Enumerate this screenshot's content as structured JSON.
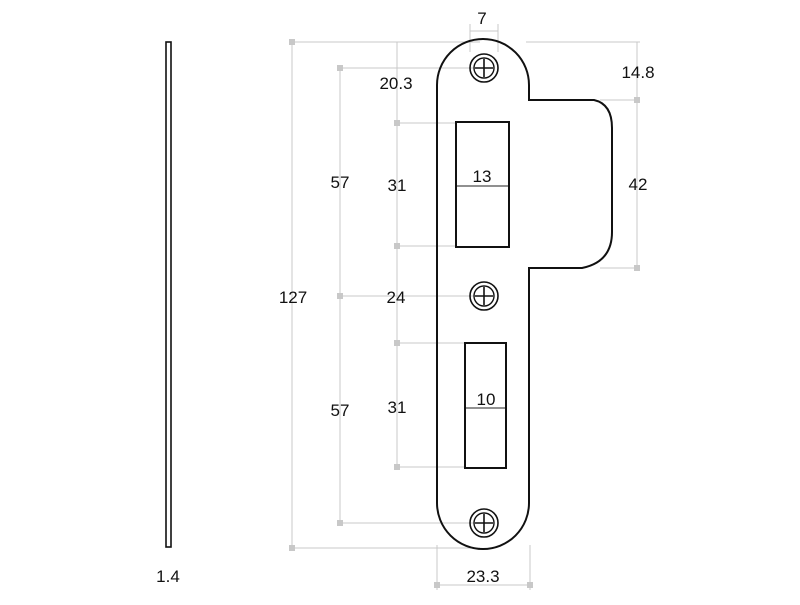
{
  "dimensions": {
    "thickness": "1.4",
    "total_height": "127",
    "upper_hole_spacing": "57",
    "lower_hole_spacing": "57",
    "top_hole_offset": "20.3",
    "upper_opening_height": "31",
    "lower_opening_height": "31",
    "middle_gap": "24",
    "hole_diameter": "7",
    "upper_opening_width": "13",
    "lower_opening_width": "10",
    "lip_offset": "14.8",
    "lip_height": "42",
    "plate_width": "23.3"
  },
  "colors": {
    "outline": "#111111",
    "dimension_line": "#c8c8c8",
    "text": "#111111"
  }
}
